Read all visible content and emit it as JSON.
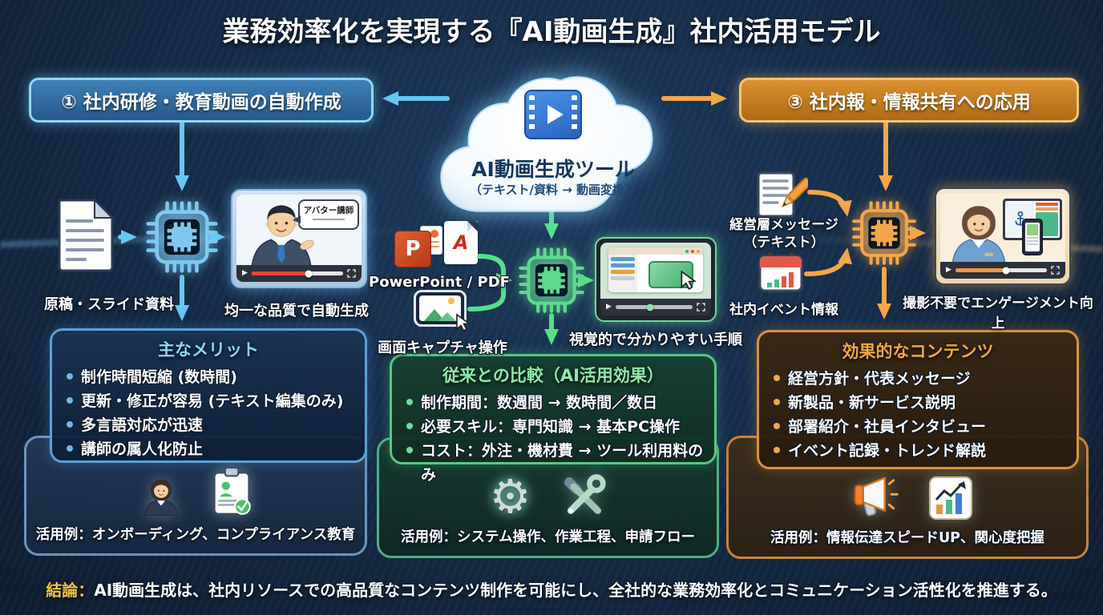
{
  "title": "業務効率化を実現する『AI動画生成』社内活用モデル",
  "branch_left": {
    "label": "① 社内研修・教育動画の自動作成"
  },
  "branch_right": {
    "label": "③ 社内報・情報共有への応用"
  },
  "cloud": {
    "title": "AI動画生成ツール",
    "subtitle": "（テキスト/資料 → 動画変換）"
  },
  "flow_left": {
    "input": "原稿・スライド資料",
    "bubble": "アバター講師",
    "output": "均一な品質で自動生成"
  },
  "flow_center": {
    "input1": "PowerPoint / PDF",
    "input2": "画面キャプチャ操作",
    "output": "視覚的で分かりやすい手順"
  },
  "flow_right": {
    "input1_line1": "経営層メッセージ",
    "input1_line2": "（テキスト）",
    "input2": "社内イベント情報",
    "output": "撮影不要でエンゲージメント向上"
  },
  "benefits": {
    "title": "主なメリット",
    "items": [
      "制作時間短縮 (数時間)",
      "更新・修正が容易 (テキスト編集のみ)",
      "多言語対応が迅速",
      "講師の属人化防止"
    ],
    "example": "活用例：オンボーディング、コンプライアンス教育"
  },
  "comparison": {
    "title": "従来との比較（AI活用効果）",
    "items": [
      "制作期間：数週間 → 数時間／数日",
      "必要スキル：専門知識 → 基本PC操作",
      "コスト：外注・機材費 → ツール利用料のみ"
    ],
    "example": "活用例：システム操作、作業工程、申請フロー"
  },
  "contents": {
    "title": "効果的なコンテンツ",
    "items": [
      "経営方針・代表メッセージ",
      "新製品・新サービス説明",
      "部署紹介・社員インタビュー",
      "イベント記録・トレンド解説"
    ],
    "example": "活用例：情報伝達スピードUP、関心度把握"
  },
  "conclusion": {
    "label": "結論：",
    "text": "AI動画生成は、社内リソースでの高品質なコンテンツ制作を可能にし、全社的な業務効率化とコミュニケーション活性化を推進する。"
  },
  "icons": {
    "play": "▶",
    "gear": "⚙",
    "ppt_letter": "P",
    "pdf_letter": "A"
  },
  "colors": {
    "accent_blue": "#62c8f0",
    "accent_green": "#55e08a",
    "accent_orange": "#f2a64a",
    "progress_red": "#e04438",
    "progress_orange": "#f0943c",
    "conclusion_gold": "#f5c542"
  }
}
